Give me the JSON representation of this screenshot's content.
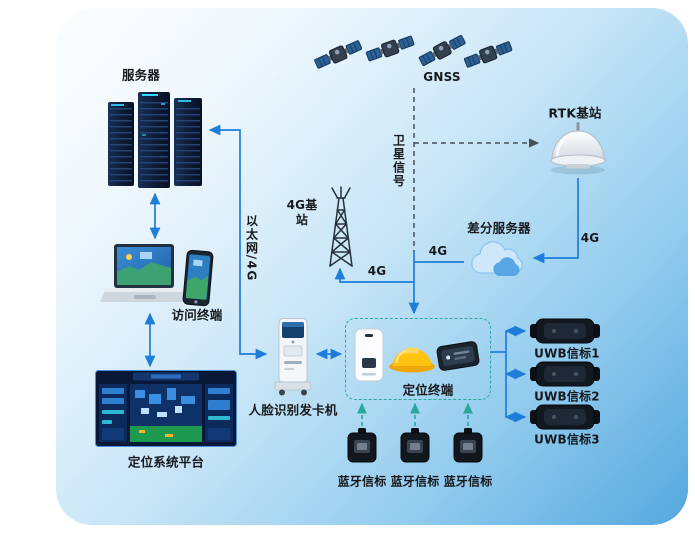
{
  "diagram": {
    "nodes": {
      "server": {
        "label": "服务器"
      },
      "gnss": {
        "label": "GNSS"
      },
      "rtk_station": {
        "label": "RTK基站"
      },
      "tower_4g": {
        "label": "4G基站"
      },
      "diff_server": {
        "label": "差分服务器"
      },
      "access_terminal": {
        "label": "访问终端"
      },
      "face_card_machine": {
        "label": "人脸识别发卡机"
      },
      "positioning_terminal": {
        "label": "定位终端"
      },
      "platform": {
        "label": "定位系统平台"
      },
      "uwb_beacon_1": {
        "label": "UWB信标1"
      },
      "uwb_beacon_2": {
        "label": "UWB信标2"
      },
      "uwb_beacon_3": {
        "label": "UWB信标3"
      },
      "ble_beacon_1": {
        "label": "蓝牙信标"
      },
      "ble_beacon_2": {
        "label": "蓝牙信标"
      },
      "ble_beacon_3": {
        "label": "蓝牙信标"
      }
    },
    "edge_labels": {
      "satellite_signal": "卫星信号",
      "ethernet_4g": "以太网/4G",
      "tower_link_4g": "4G",
      "cloud_link_4g": "4G",
      "rtk_link_4g": "4G"
    },
    "colors": {
      "arrow_blue": "#1e7ddb",
      "dashed_dark": "#454f59",
      "teal_dashed": "#2aa79b",
      "helmet_yellow": "#ffc30f",
      "bg_gradient_start": "#fbfdff",
      "bg_gradient_end": "#55a8de"
    }
  }
}
